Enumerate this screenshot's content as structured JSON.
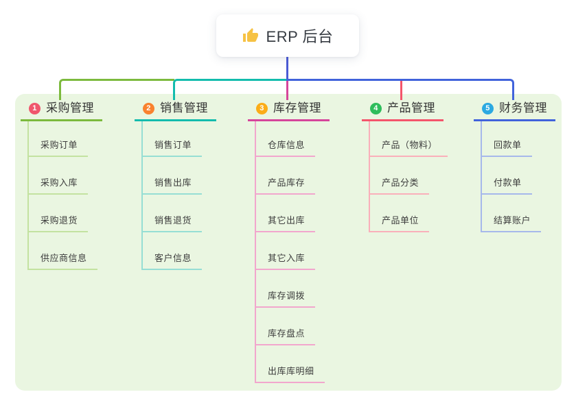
{
  "root": {
    "label": "ERP 后台",
    "icon": "thumbs-up-icon",
    "icon_color": "#F6C244"
  },
  "canvas": {
    "background": "#ffffff",
    "panel_background": "#EAF6E1",
    "root_line_color": "#4B5AD5",
    "text_color": "#333333",
    "child_text_color": "#3d3d3d"
  },
  "branches": [
    {
      "badge": "1",
      "badge_color": "#F0566C",
      "line_color": "#7CBA3D",
      "child_line_color": "#C3E2A0",
      "title": "采购管理",
      "children": [
        "采购订单",
        "采购入库",
        "采购退货",
        "供应商信息"
      ]
    },
    {
      "badge": "2",
      "badge_color": "#F9822F",
      "line_color": "#13BCAD",
      "child_line_color": "#96DED4",
      "title": "销售管理",
      "children": [
        "销售订单",
        "销售出库",
        "销售退货",
        "客户信息"
      ]
    },
    {
      "badge": "3",
      "badge_color": "#FBAD18",
      "line_color": "#D6459B",
      "child_line_color": "#F2A6CD",
      "title": "库存管理",
      "children": [
        "仓库信息",
        "产品库存",
        "其它出库",
        "其它入库",
        "库存调拨",
        "库存盘点",
        "出库库明细"
      ]
    },
    {
      "badge": "4",
      "badge_color": "#2EBD5B",
      "line_color": "#F4556B",
      "child_line_color": "#FAAFBA",
      "title": "产品管理",
      "children": [
        "产品（物料）",
        "产品分类",
        "产品单位"
      ]
    },
    {
      "badge": "5",
      "badge_color": "#2BA9E1",
      "line_color": "#4163DB",
      "child_line_color": "#A6B8EB",
      "title": "财务管理",
      "children": [
        "回款单",
        "付款单",
        "结算账户"
      ]
    }
  ]
}
